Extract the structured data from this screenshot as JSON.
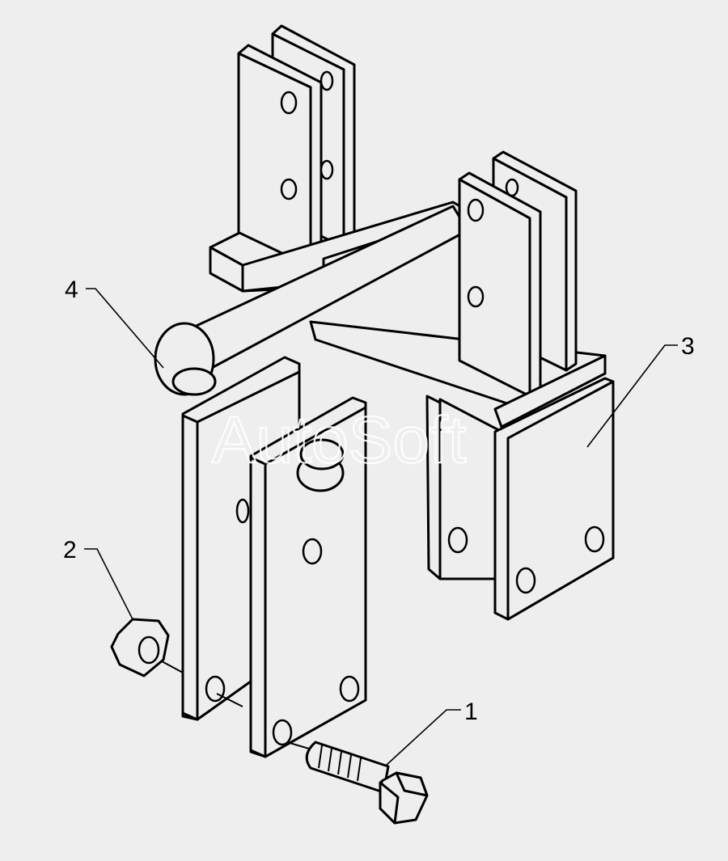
{
  "diagram": {
    "watermark": "AutoSoft",
    "callouts": [
      {
        "id": "1",
        "label": "1"
      },
      {
        "id": "2",
        "label": "2"
      },
      {
        "id": "3",
        "label": "3"
      },
      {
        "id": "4",
        "label": "4"
      }
    ],
    "colors": {
      "background": "#eeeeee",
      "line": "#000000",
      "watermark": "#ffffff"
    }
  }
}
